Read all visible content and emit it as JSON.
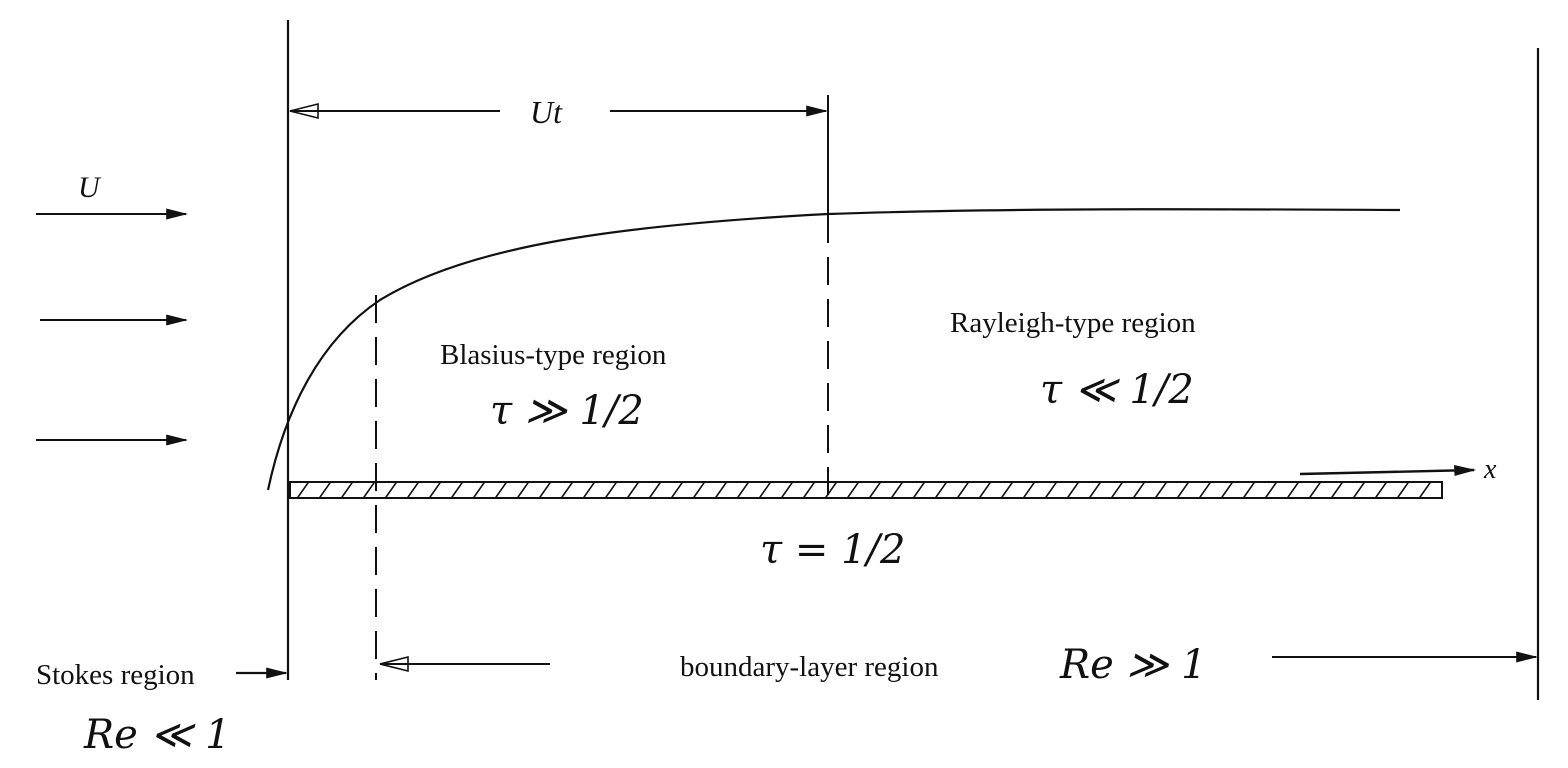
{
  "labels": {
    "ut": "Ut",
    "u": "U",
    "x_axis": "x",
    "blasius_region": "Blasius-type region",
    "blasius_condition": "τ ≫ 1/2",
    "rayleigh_region": "Rayleigh-type region",
    "rayleigh_condition": "τ ≪ 1/2",
    "transition": "τ = 1/2",
    "stokes_region": "Stokes region",
    "stokes_condition": "Re ≪ 1",
    "boundary_layer_region": "boundary-layer region",
    "boundary_layer_condition": "Re ≫ 1"
  },
  "colors": {
    "ink": "#111111",
    "background": "#ffffff"
  }
}
